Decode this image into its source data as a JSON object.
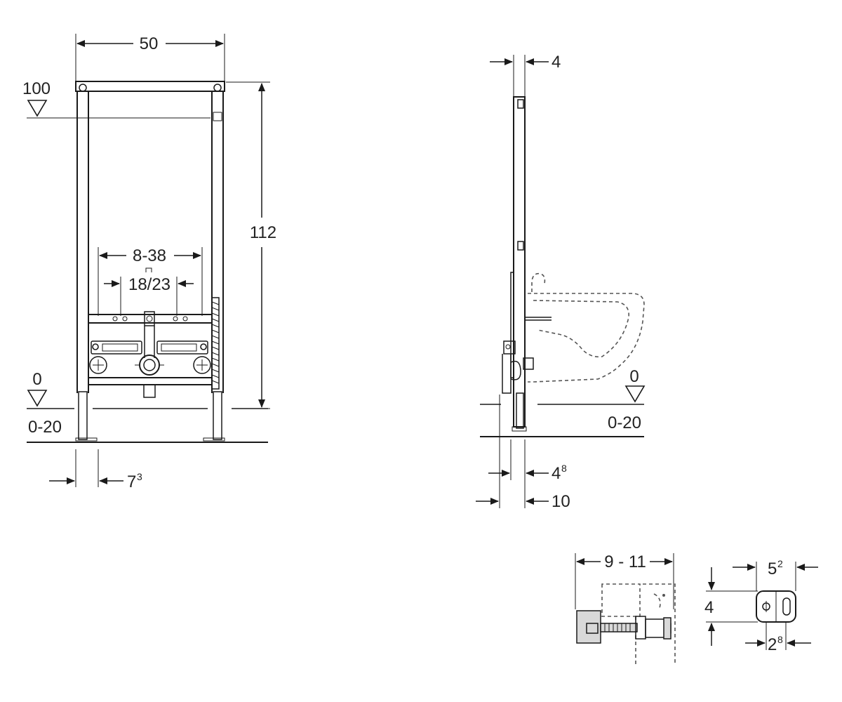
{
  "front_view": {
    "width": "50",
    "height": "112",
    "level_top": "100",
    "level_zero": "0",
    "floor_range": "0-20",
    "pipe_spacing": "8-38",
    "hole_spacing": "18/23",
    "foot_offset_base": "7",
    "foot_offset_sup": "3"
  },
  "side_view": {
    "top_depth": "4",
    "level_zero": "0",
    "floor_range": "0-20",
    "foot_depth_base": "4",
    "foot_depth_sup": "8",
    "total_depth": "10"
  },
  "detail_bolt": {
    "length_range": "9 - 11"
  },
  "detail_plate": {
    "width_base": "5",
    "width_sup": "2",
    "height": "4",
    "hole_offset_base": "2",
    "hole_offset_sup": "8"
  }
}
